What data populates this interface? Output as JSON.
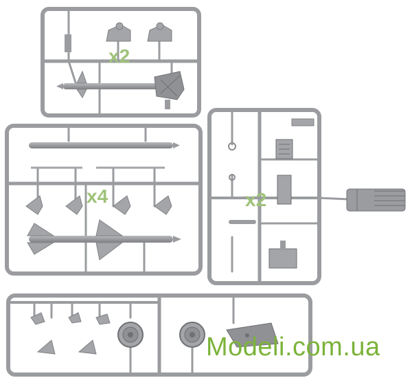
{
  "sprues": {
    "top": {
      "count_label": "x2"
    },
    "left": {
      "count_label": "x4"
    },
    "right": {
      "count_label": "x2"
    },
    "bottom": {
      "count_label": ""
    }
  },
  "watermark": {
    "text": "Modeli.com.ua"
  },
  "colors": {
    "plastic": "#9d9fa1",
    "plastic_dark": "#7d7f82",
    "plastic_light": "#b9bbbd",
    "count_label": "#9fc27a",
    "watermark": "#7bb33a",
    "background": "#ffffff"
  }
}
